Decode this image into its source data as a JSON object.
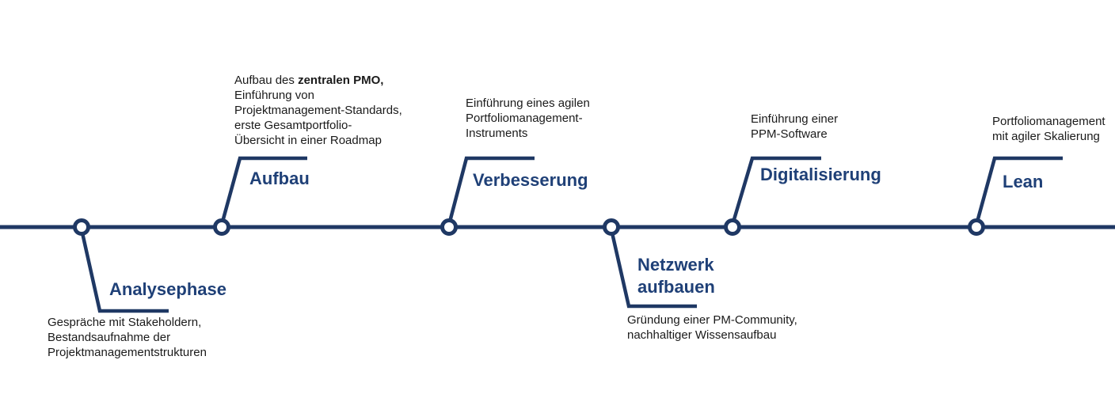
{
  "diagram": {
    "type": "timeline",
    "colors": {
      "line": "#1f3864",
      "node_fill": "#ffffff",
      "title_text": "#1f4077",
      "description_text": "#1a1a1a"
    },
    "milestones": [
      {
        "id": "analysephase",
        "title": "Analysephase",
        "side": "below",
        "desc_lines": [
          "Gespräche mit Stakeholdern,",
          "Bestandsaufnahme der",
          "Projektmanagementstrukturen"
        ]
      },
      {
        "id": "aufbau",
        "title": "Aufbau",
        "side": "above",
        "desc_prefix": "Aufbau des ",
        "desc_bold": "zentralen PMO,",
        "desc_lines": [
          "Einführung von",
          "Projektmanagement-Standards,",
          "erste Gesamtportfolio-",
          "Übersicht in einer Roadmap"
        ]
      },
      {
        "id": "verbesserung",
        "title": "Verbesserung",
        "side": "above",
        "desc_lines": [
          "Einführung eines agilen",
          "Portfoliomanagement-",
          "Instruments"
        ]
      },
      {
        "id": "netzwerk-aufbauen",
        "title": "Netzwerk aufbauen",
        "side": "below",
        "desc_lines": [
          "Gründung einer PM-Community,",
          "nachhaltiger Wissensaufbau"
        ]
      },
      {
        "id": "digitalisierung",
        "title": "Digitalisierung",
        "side": "above",
        "desc_lines": [
          "Einführung einer",
          "PPM-Software"
        ]
      },
      {
        "id": "lean",
        "title": "Lean",
        "side": "above",
        "desc_lines": [
          "Portfoliomanagement",
          "mit agiler Skalierung"
        ]
      }
    ]
  }
}
